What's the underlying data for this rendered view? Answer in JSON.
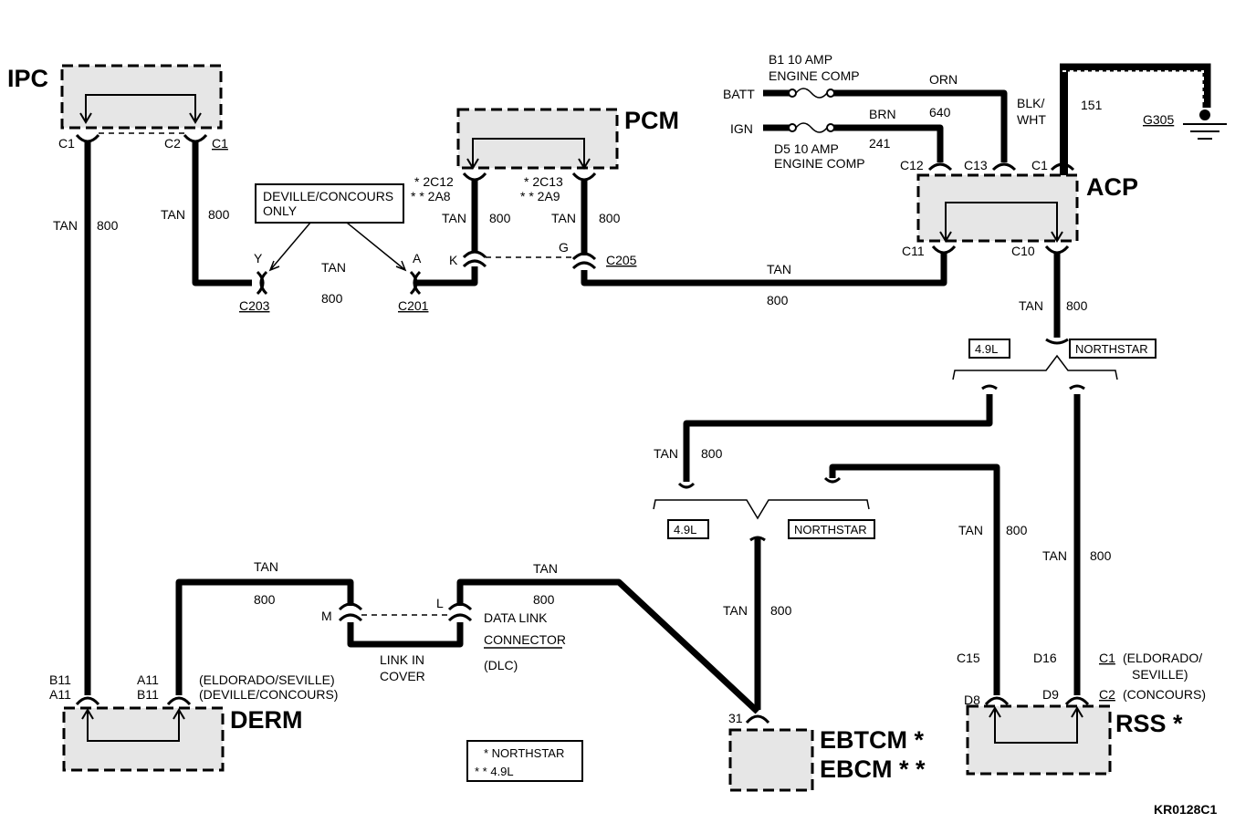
{
  "modules": {
    "ipc": "IPC",
    "pcm": "PCM",
    "acp": "ACP",
    "derm": "DERM",
    "ebtcm": "EBTCM *",
    "ebcm": "EBCM * *",
    "rss": "RSS *"
  },
  "connectors": {
    "c203": "C203",
    "c201": "C201",
    "c205": "C205",
    "y": "Y",
    "a": "A",
    "k": "K",
    "g": "G",
    "m": "M",
    "l": "L",
    "ipc_c1": "C1",
    "ipc_c2": "C2",
    "ipc_c1b": "C1",
    "pcm_2c12": "* 2C12",
    "pcm_2a8": "* * 2A8",
    "pcm_2c13": "* 2C13",
    "pcm_2a9": "* * 2A9",
    "acp_c12": "C12",
    "acp_c13": "C13",
    "acp_c1": "C1",
    "acp_c11": "C11",
    "acp_c10": "C10",
    "derm_b11": "B11",
    "derm_a11": "A11",
    "derm_a11b": "A11",
    "derm_b11b": "B11",
    "derm_var1": "(ELDORADO/SEVILLE)",
    "derm_var2": "(DEVILLE/CONCOURS)",
    "ebtcm_31": "31",
    "rss_c15": "C15",
    "rss_d16": "D16",
    "rss_d8": "D8",
    "rss_d9": "D9",
    "rss_c1": "C1",
    "rss_c1_note1": "(ELDORADO/",
    "rss_c1_note2": "SEVILLE)",
    "rss_c2": "C2",
    "rss_c2_note": "(CONCOURS)"
  },
  "wire_labels": {
    "tan": "TAN",
    "800": "800",
    "orn": "ORN",
    "640": "640",
    "brn": "BRN",
    "241": "241",
    "blk": "BLK/",
    "wht": "WHT",
    "151": "151"
  },
  "power": {
    "batt": "BATT",
    "ign": "IGN",
    "fuse_b1_1": "B1  10 AMP",
    "fuse_b1_2": "ENGINE COMP",
    "fuse_d5_1": "D5  10 AMP",
    "fuse_d5_2": "ENGINE COMP",
    "ground": "G305"
  },
  "notes": {
    "deville1": "DEVILLE/CONCOURS",
    "deville2": "ONLY",
    "engine_49": "4.9L",
    "engine_ns": "NORTHSTAR",
    "link1": "LINK IN",
    "link2": "COVER",
    "dlc1": "DATA LINK",
    "dlc2": "CONNECTOR",
    "dlc3": "(DLC)",
    "legend_1": "*  NORTHSTAR",
    "legend_2": "* *  4.9L",
    "figure_id": "KR0128C1"
  }
}
